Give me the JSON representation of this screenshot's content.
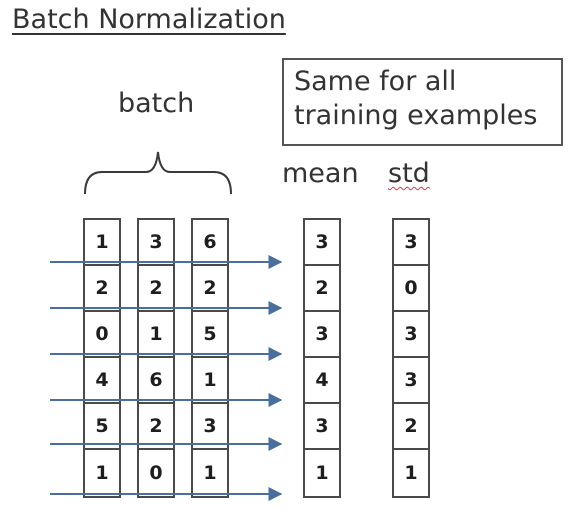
{
  "title": "Batch Normalization",
  "batch_label": "batch",
  "note": {
    "line1": "Same for all",
    "line2": "training examples"
  },
  "headers": {
    "mean": "mean",
    "std": "std"
  },
  "batch_columns": [
    [
      "1",
      "2",
      "0",
      "4",
      "5",
      "1"
    ],
    [
      "3",
      "2",
      "1",
      "6",
      "2",
      "0"
    ],
    [
      "6",
      "2",
      "5",
      "1",
      "3",
      "1"
    ]
  ],
  "mean_values": [
    "3",
    "2",
    "3",
    "4",
    "3",
    "1"
  ],
  "std_values": [
    "3",
    "0",
    "3",
    "3",
    "2",
    "1"
  ],
  "colors": {
    "arrow": "#4a6f9c",
    "cell_border": "#4a4a4a",
    "text": "#333333",
    "spellcheck_underline": "#d04040"
  }
}
